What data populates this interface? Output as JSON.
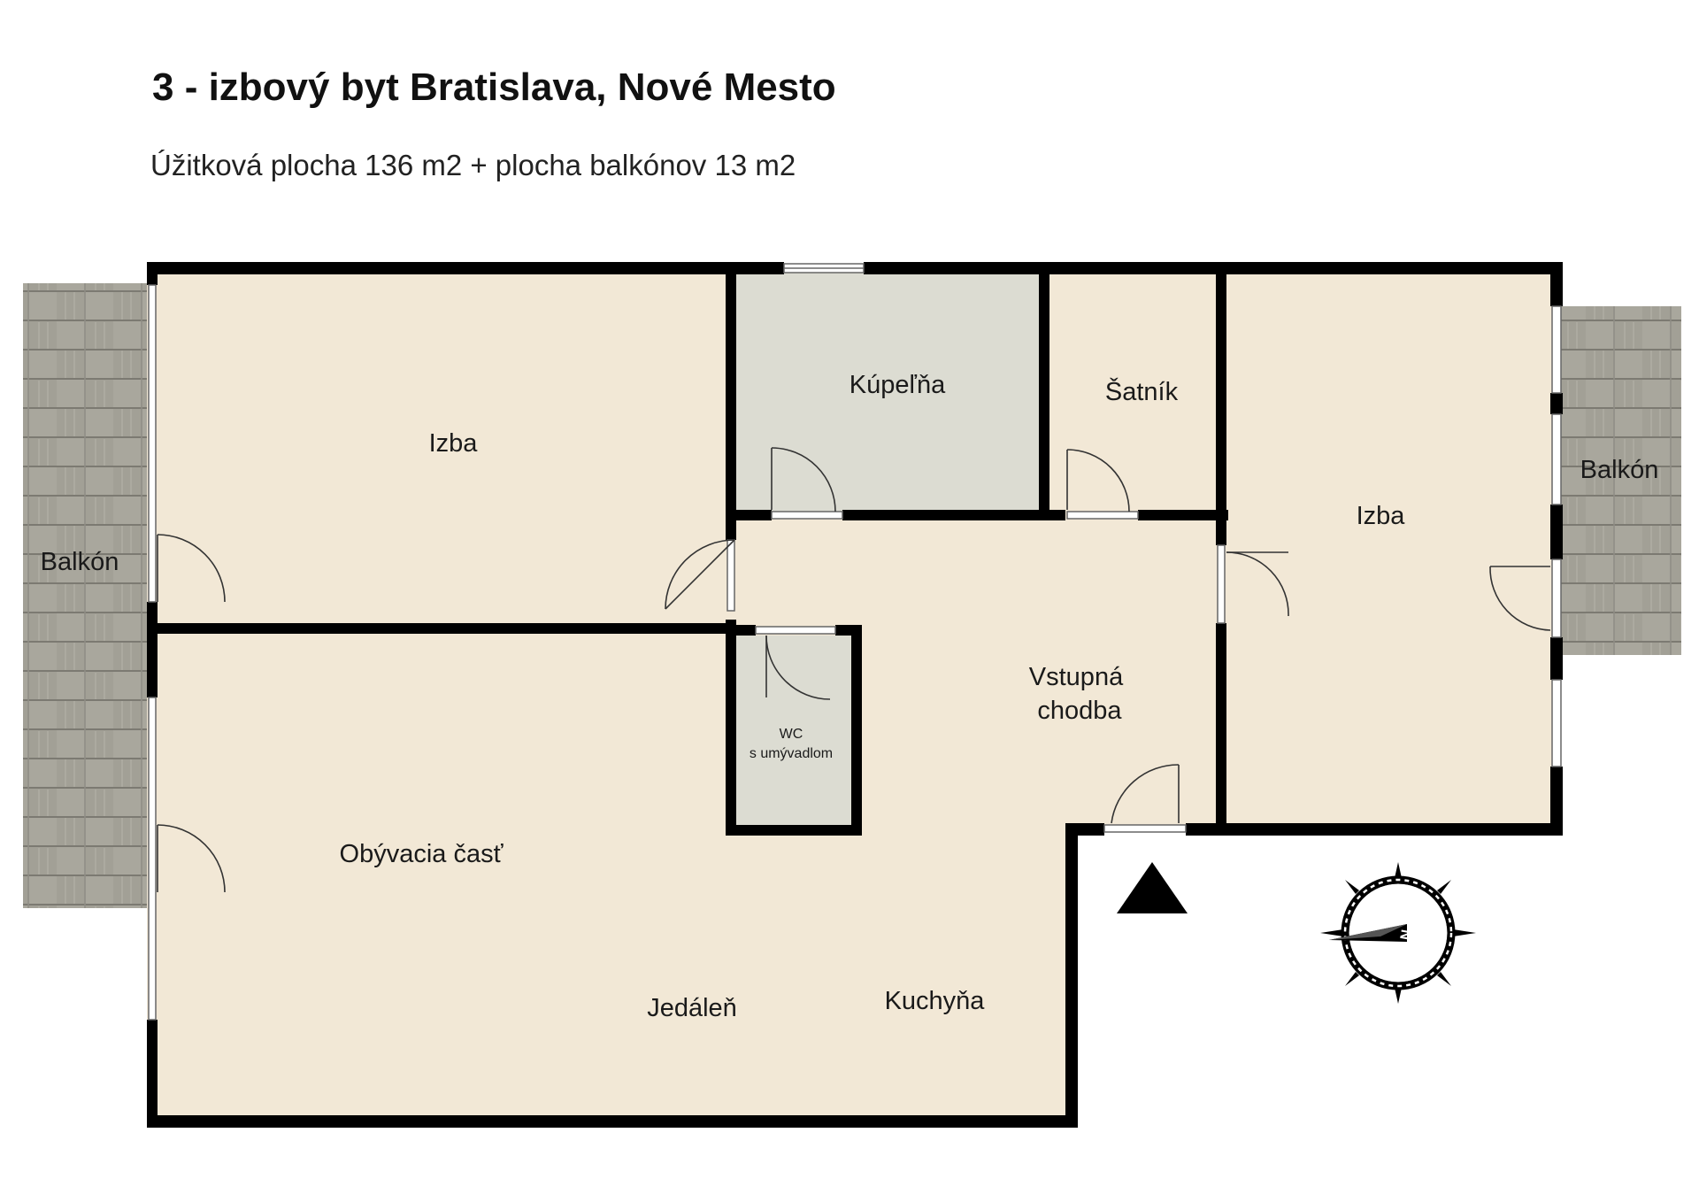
{
  "header": {
    "title": "3 - izbový byt Bratislava, Nové Mesto",
    "subtitle": "Úžitková plocha 136 m2 + plocha balkónov 13 m2"
  },
  "rooms": {
    "balcony_left": "Balkón",
    "balcony_right": "Balkón",
    "room_left": "Izba",
    "bathroom": "Kúpeľňa",
    "wardrobe": "Šatník",
    "room_right": "Izba",
    "hallway_line1": "Vstupná",
    "hallway_line2": "chodba",
    "wc_line1": "WC",
    "wc_line2": "s umývadlom",
    "living": "Obývacia časť",
    "dining": "Jedáleň",
    "kitchen": "Kuchyňa"
  },
  "compass": {
    "north_letter": "N"
  },
  "colors": {
    "floor": "#f2e8d6",
    "tile": "#dcdcd2",
    "wall": "#000000",
    "balcony": "#a9a79d"
  },
  "icons": {
    "entrance": "entrance-arrow-icon",
    "compass": "compass-icon"
  }
}
